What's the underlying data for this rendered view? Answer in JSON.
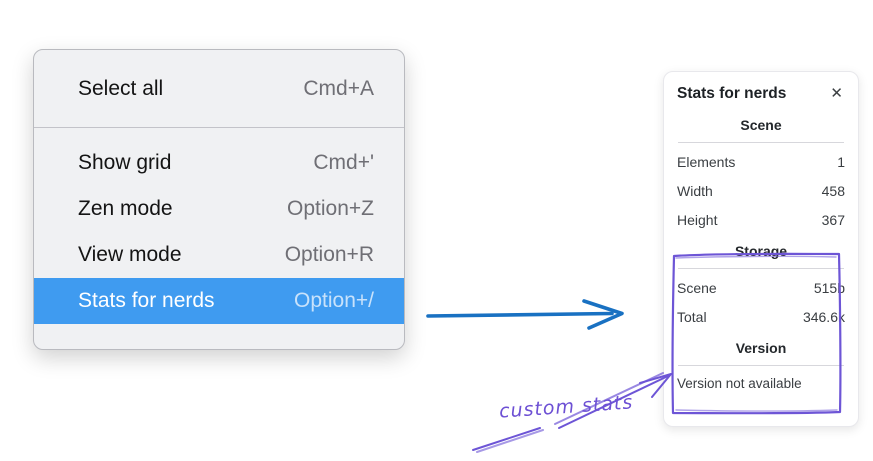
{
  "menu": {
    "items": [
      {
        "label": "Select all",
        "shortcut": "Cmd+A"
      },
      {
        "label": "Show grid",
        "shortcut": "Cmd+'"
      },
      {
        "label": "Zen mode",
        "shortcut": "Option+Z"
      },
      {
        "label": "View mode",
        "shortcut": "Option+R"
      },
      {
        "label": "Stats for nerds",
        "shortcut": "Option+/"
      }
    ],
    "selected_item": "Stats for nerds"
  },
  "stats_panel": {
    "title": "Stats for nerds",
    "close_icon": "✕",
    "scene_section": {
      "heading": "Scene",
      "rows": [
        {
          "label": "Elements",
          "value": "1"
        },
        {
          "label": "Width",
          "value": "458"
        },
        {
          "label": "Height",
          "value": "367"
        }
      ]
    },
    "storage_section": {
      "heading": "Storage",
      "rows": [
        {
          "label": "Scene",
          "value": "515b"
        },
        {
          "label": "Total",
          "value": "346.6k"
        }
      ]
    },
    "version_section": {
      "heading": "Version",
      "note": "Version not available"
    }
  },
  "annotations": {
    "custom_stats_label": "custom stats",
    "colors": {
      "arrow_blue": "#1971c2",
      "purple": "#6d55d6",
      "menu_highlight": "#3f9bf0"
    }
  }
}
